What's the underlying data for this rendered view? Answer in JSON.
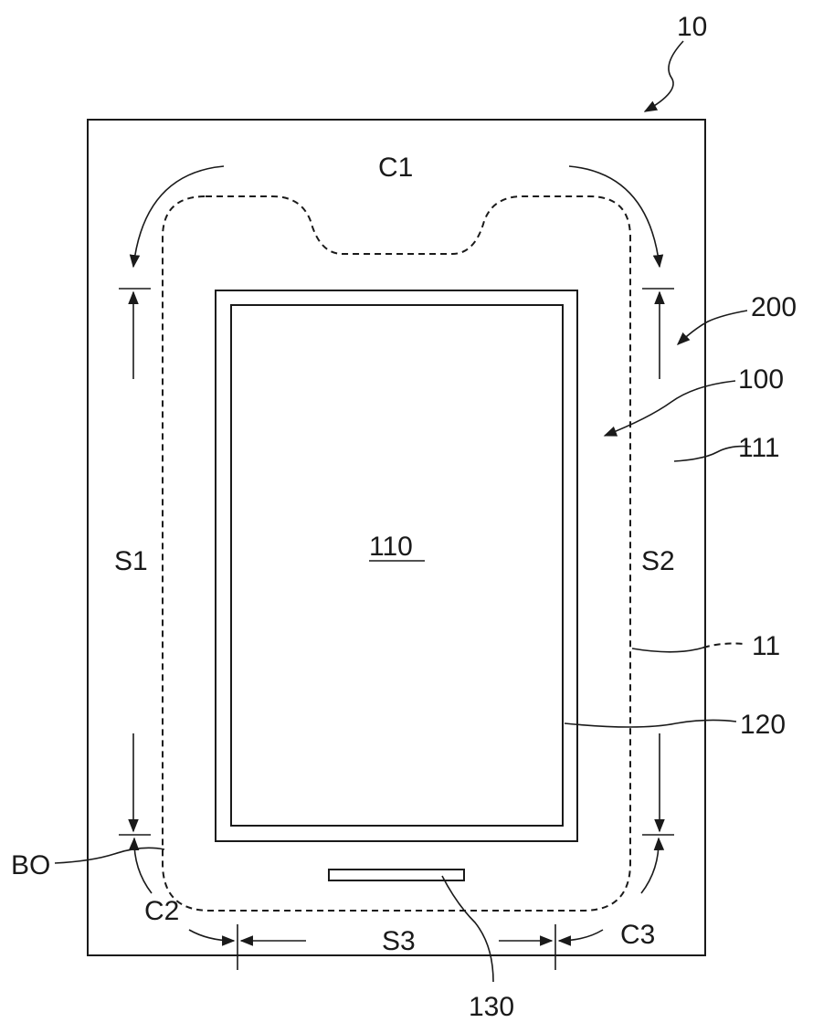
{
  "labels": {
    "fig_ref": "10",
    "c1": "C1",
    "c2": "C2",
    "c3": "C3",
    "s1": "S1",
    "s2": "S2",
    "s3": "S3",
    "ref_200": "200",
    "ref_100": "100",
    "ref_111": "111",
    "ref_110": "110",
    "ref_11": "11",
    "ref_120": "120",
    "ref_130": "130",
    "ref_bo": "BO"
  }
}
